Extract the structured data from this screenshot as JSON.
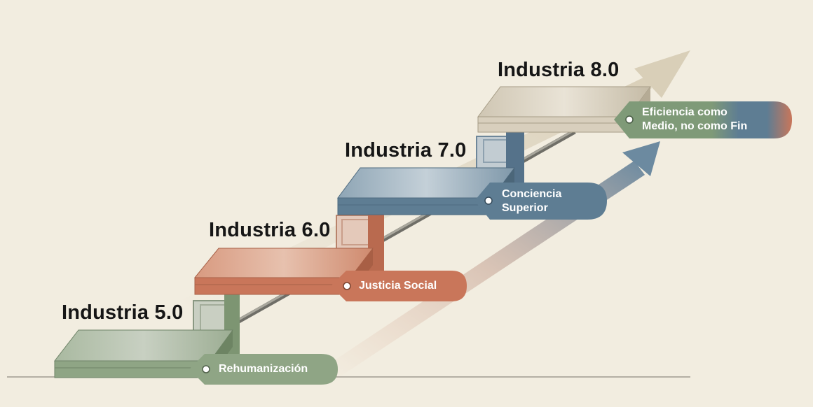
{
  "steps": [
    {
      "title": "Industria 5.0",
      "tag_lines": [
        "Rehumanización"
      ],
      "color": "#8fa585"
    },
    {
      "title": "Industria 6.0",
      "tag_lines": [
        "Justicia Social"
      ],
      "color": "#c9765a"
    },
    {
      "title": "Industria 7.0",
      "tag_lines": [
        "Conciencia",
        "Superior"
      ],
      "color": "#5e7d93"
    },
    {
      "title": "Industria 8.0",
      "tag_lines": [
        "Eficiencia como",
        "Medio, no como Fin"
      ],
      "color": "#7f9a78"
    }
  ],
  "colors": {
    "background": "#f2ede0",
    "green": "#8fa585",
    "terracotta": "#c9765a",
    "blue": "#5e7d93",
    "stone": "#d8cfbd",
    "arrow_light": "#ddd3bf",
    "arrow_blue": "#6c8aa0"
  }
}
